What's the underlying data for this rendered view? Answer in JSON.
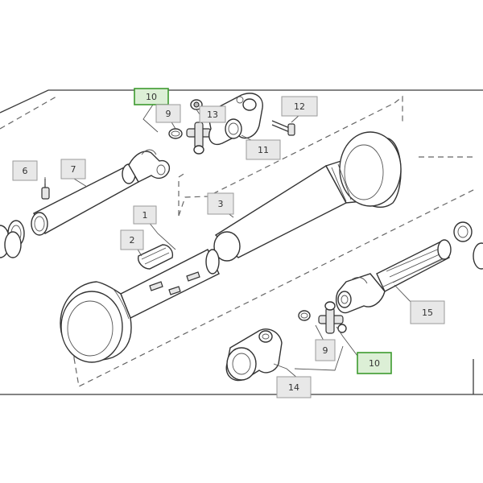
{
  "diagram": {
    "callouts": [
      {
        "id": "c10a",
        "label": "10",
        "highlight": true
      },
      {
        "id": "c9a",
        "label": "9",
        "highlight": false
      },
      {
        "id": "c13",
        "label": "13",
        "highlight": false
      },
      {
        "id": "c12",
        "label": "12",
        "highlight": false
      },
      {
        "id": "c11",
        "label": "11",
        "highlight": false
      },
      {
        "id": "c6",
        "label": "6",
        "highlight": false
      },
      {
        "id": "c7",
        "label": "7",
        "highlight": false
      },
      {
        "id": "c3",
        "label": "3",
        "highlight": false
      },
      {
        "id": "c1",
        "label": "1",
        "highlight": false
      },
      {
        "id": "c2",
        "label": "2",
        "highlight": false
      },
      {
        "id": "c15",
        "label": "15",
        "highlight": false
      },
      {
        "id": "c9b",
        "label": "9",
        "highlight": false
      },
      {
        "id": "c10b",
        "label": "10",
        "highlight": true
      },
      {
        "id": "c14",
        "label": "14",
        "highlight": false
      }
    ]
  }
}
